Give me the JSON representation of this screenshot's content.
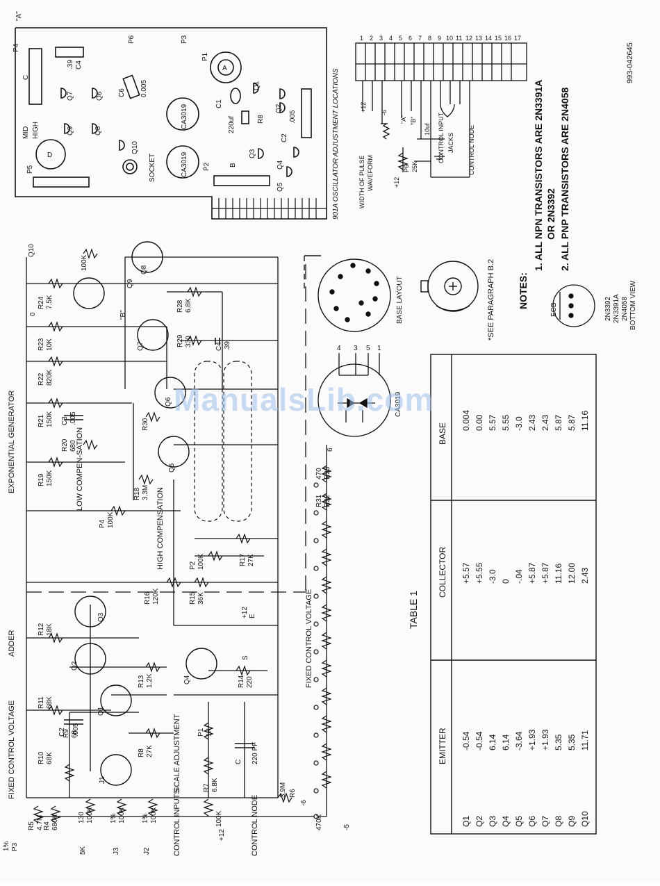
{
  "watermark": "ManualsLib.com",
  "doc_number": "993-042645",
  "board": {
    "caption": "901A OSCILLATOR ADJUSTMENT LOCATIONS",
    "connectors": [
      "P4",
      "P6",
      "P3",
      "P1",
      "P5",
      "P2"
    ],
    "connector_letters": [
      "C",
      "A",
      "D",
      "B"
    ],
    "components": [
      "C4",
      ".39",
      "Q7",
      "Q6",
      "C6",
      "0.005",
      "Q9",
      "Q8",
      "Q10",
      "SOCKET",
      "CA3019",
      "CA3019",
      "C1",
      "220uf",
      "Q1",
      "R8",
      "Q2",
      "C2",
      ".005",
      "Q3",
      "Q4",
      "Q5"
    ],
    "mid": "MID",
    "high": "HIGH"
  },
  "connector_pins": [
    "1",
    "2",
    "3",
    "4",
    "5",
    "6",
    "7",
    "8",
    "9",
    "10",
    "11",
    "12",
    "13",
    "14",
    "15",
    "16",
    "17"
  ],
  "connector_labels": {
    "plus12": "+12",
    "minus6": "-6",
    "a": "\"A\"",
    "b": "\"B\"",
    "cap": "10uf",
    "control_input": "CONTROL INPUT",
    "jacks": "JACKS",
    "control_node": "CONTROL NODE",
    "p6": "P6",
    "p6_value": "25K",
    "width_line1": "WIDTH OF PULSE",
    "width_line2": "WAVEFORM"
  },
  "notes": {
    "heading": "NOTES:",
    "n1a": "1. ALL NPN TRANSISTORS ARE 2N3391A",
    "n1b": "OR 2N3392",
    "n2": "2. ALL PNP TRANSISTORS ARE 2N4058"
  },
  "base_layout": "BASE LAYOUT",
  "see_para": "*SEE PARAGRAPH B.2",
  "ecb": "ECB",
  "bottom_view": [
    "2N3392",
    "2N3391A",
    "2N4058",
    "BOTTOM VIEW"
  ],
  "ca3019_label": "CA3019",
  "section_labels": {
    "fixed_cv": "FIXED CONTROL VOLTAGE",
    "adder": "ADDER",
    "exp_gen": "EXPONENTIAL GENERATOR",
    "fixed_cv2": "FIXED CONTROL VOLTAGE",
    "scale_adj": "SCALE ADJUSTMENT",
    "control_inputs": "CONTROL INPUTS",
    "control_node": "CONTROL NODE",
    "high_comp": "HIGH COMPENSATION",
    "low_comp": "LOW COMPEN-SATION"
  },
  "schematic_parts": [
    "R5",
    "4.7M",
    "R4",
    "680K",
    "R10",
    "68K",
    "R9",
    "68",
    "R11",
    "68K",
    "C2",
    ".005",
    "R12",
    "18K",
    "R8",
    "27K",
    "R13",
    "1.2K",
    "R14",
    "220",
    "R7",
    "6.8K",
    "P1",
    "1K",
    "C",
    "220 PF",
    "R16",
    "120K",
    "R15",
    "36K",
    "P2",
    "100K",
    "R17",
    "27K",
    "R18",
    "3.3M",
    "P4",
    "100K",
    "R19",
    "150K",
    "R20",
    "680",
    "R21",
    "150K",
    "C3",
    ".005",
    "R22",
    "820K",
    "R23",
    "10K",
    "R24",
    "7.5K",
    "R28",
    "6.8K",
    "R29",
    "330",
    "C4",
    ".39",
    "R30",
    "100K",
    "3.9M",
    "R6",
    "100K",
    "470K",
    "R31",
    "R32",
    "470",
    "R33",
    "130",
    "100K",
    "1%",
    "100K",
    "1%",
    "100K",
    "1%",
    "P3",
    "5K",
    "J3",
    "J2",
    "J1",
    "Q1",
    "Q2",
    "Q3",
    "Q4",
    "Q5",
    "Q6",
    "Q7",
    "Q8",
    "Q9",
    "Q10",
    "+12",
    "-6",
    "-5",
    "6",
    "+12",
    "E",
    "S",
    "0",
    "\"B\"",
    "\"A\""
  ],
  "table": {
    "title": "TABLE 1",
    "columns": [
      "EMITTER",
      "COLLECTOR",
      "BASE"
    ],
    "rows": [
      {
        "q": "Q1",
        "emitter": "-0.54",
        "collector": "+5.57",
        "base": "0.004"
      },
      {
        "q": "Q2",
        "emitter": "-0.54",
        "collector": "+5.55",
        "base": "0.00"
      },
      {
        "q": "Q3",
        "emitter": "6.14",
        "collector": "-3.0",
        "base": "5.57"
      },
      {
        "q": "Q4",
        "emitter": "6.14",
        "collector": "0",
        "base": "5.55"
      },
      {
        "q": "Q5",
        "emitter": "-3.64",
        "collector": "-.04",
        "base": "-3.0"
      },
      {
        "q": "Q6",
        "emitter": "+1.93",
        "collector": "+5.87",
        "base": "2.43"
      },
      {
        "q": "Q7",
        "emitter": "+1.93",
        "collector": "+5.87",
        "base": "2.43"
      },
      {
        "q": "Q8",
        "emitter": "5.35",
        "collector": "11.16",
        "base": "5.87"
      },
      {
        "q": "Q9",
        "emitter": "5.35",
        "collector": "12.00",
        "base": "5.87"
      },
      {
        "q": "Q10",
        "emitter": "11.71",
        "collector": "2.43",
        "base": "11.16"
      }
    ]
  }
}
